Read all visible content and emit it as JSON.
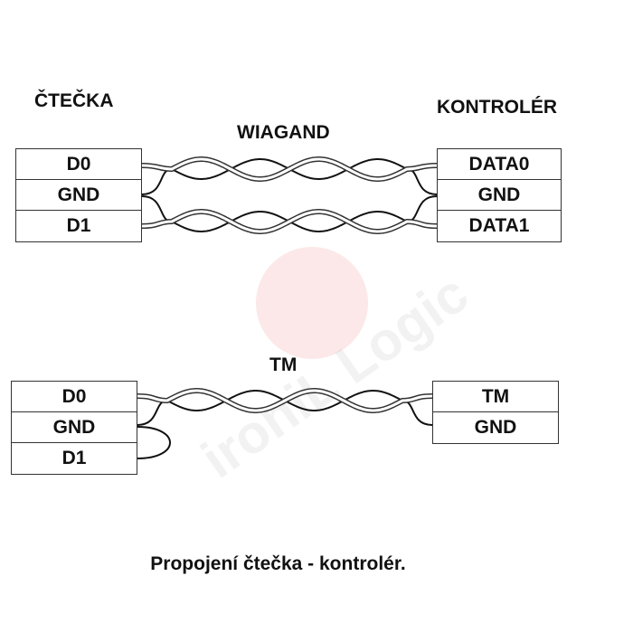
{
  "watermark": {
    "text": "ironiL Logic",
    "color": "#e84040"
  },
  "top": {
    "left_title": "ČTEČKA",
    "cable_title": "WIAGAND",
    "right_title": "KONTROLÉR",
    "left_pins": [
      "D0",
      "GND",
      "D1"
    ],
    "right_pins": [
      "DATA0",
      "GND",
      "DATA1"
    ]
  },
  "bottom": {
    "cable_title": "TM",
    "left_pins": [
      "D0",
      "GND",
      "D1"
    ],
    "right_pins": [
      "TM",
      "GND"
    ]
  },
  "caption": "Propojení čtečka - kontrolér."
}
